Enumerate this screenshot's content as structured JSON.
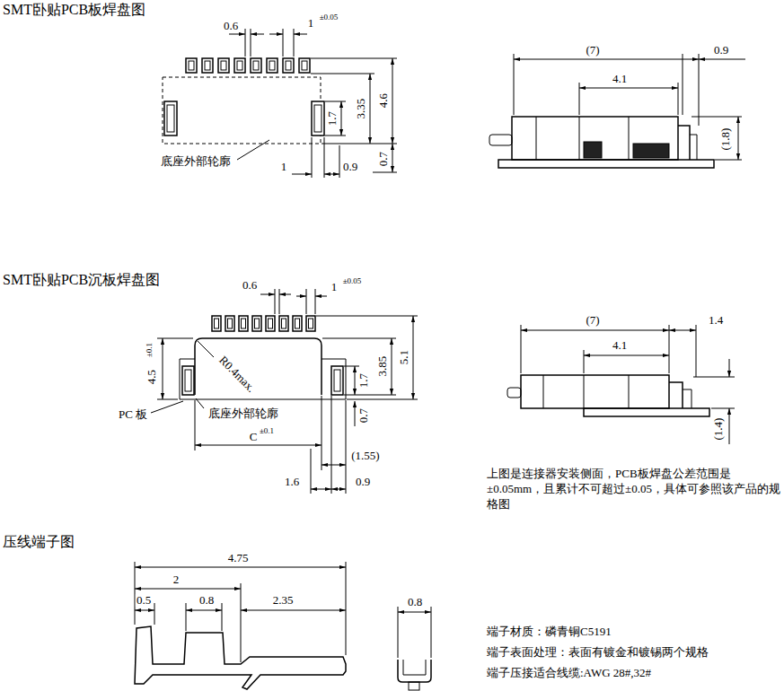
{
  "diagram": {
    "labels": [
      "SMT卧贴PCB板焊盘图",
      "0.6",
      "1",
      "±0.05",
      "4.6",
      "3.35",
      "1.7",
      "底座外部轮廓",
      "1",
      "0.9",
      "0.7",
      "(7)",
      "0.9",
      "4.1",
      "(1.8)",
      "SMT卧贴PCB沉板焊盘图",
      "0.6",
      "1",
      "±0.05",
      "4.5",
      "±0.1",
      "R0.4max.",
      "3.85",
      "5.1",
      "1.7",
      "PC 板",
      "底座外部轮廓",
      "0.7",
      "C",
      "±0.1",
      "(1.55)",
      "1.6",
      "0.9",
      "(7)",
      "1.4",
      "4.1",
      "(1.4)",
      "上图是连接器安装侧面，PCB板焊盘公差范围是±0.05mm，且累计不可超过±0.05，具体可参照该产品的规格图",
      "压线端子图",
      "4.75",
      "2",
      "0.5",
      "0.8",
      "2.35",
      "0.8",
      "端子材质：磷青铜C5191",
      "端子表面处理：表面有镀金和镀锡两个规格",
      "端子压接适合线缆:AWG 28#,32#"
    ]
  }
}
